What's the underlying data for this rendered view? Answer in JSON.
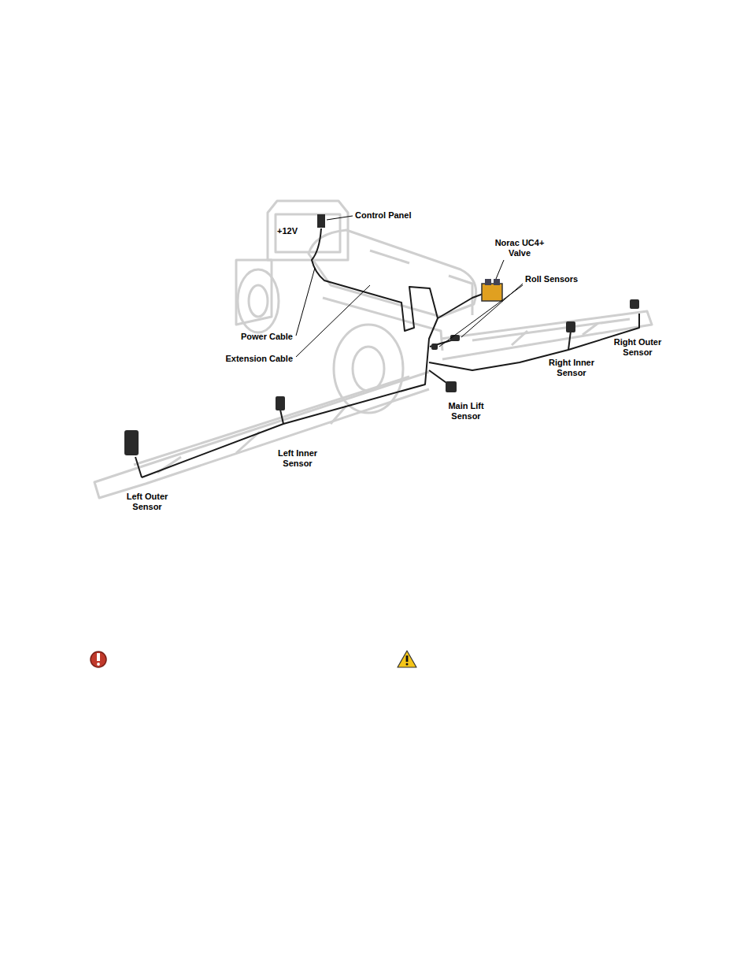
{
  "diagram": {
    "labels": [
      "Control Panel",
      "+12V",
      "Norac UC4+ Valve",
      "Roll Sensors",
      "Power Cable",
      "Extension Cable",
      "Right Outer Sensor",
      "Right Inner Sensor",
      "Main Lift Sensor",
      "Left Inner Sensor",
      "Left Outer Sensor"
    ]
  }
}
